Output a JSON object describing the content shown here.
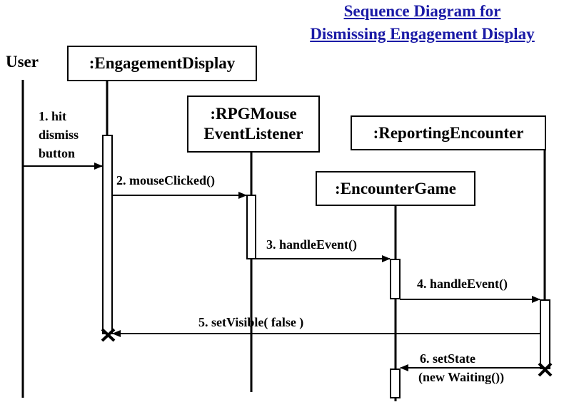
{
  "title": {
    "line1": "Sequence Diagram for",
    "line2": "Dismissing Engagement Display",
    "color": "#1a1aa6"
  },
  "actors": {
    "user": "User",
    "engagement_display": ":EngagementDisplay",
    "rpg_mouse_line1": ":RPGMouse",
    "rpg_mouse_line2": "EventListener",
    "reporting_encounter": ":ReportingEncounter",
    "encounter_game": ":EncounterGame"
  },
  "messages": {
    "m1_line1": "1. hit",
    "m1_line2": "dismiss",
    "m1_line3": "button",
    "m2": "2. mouseClicked()",
    "m3": "3. handleEvent()",
    "m4": "4. handleEvent()",
    "m5": "5. setVisible( false )",
    "m6_line1": "6. setState",
    "m6_line2": "(new Waiting())"
  }
}
